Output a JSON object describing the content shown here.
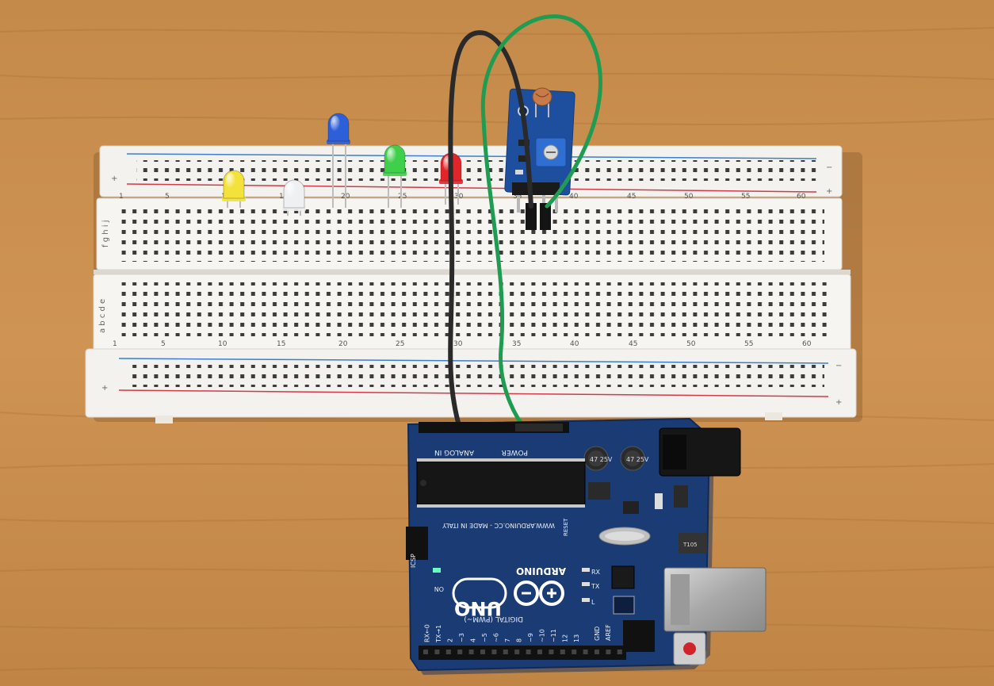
{
  "breadboard": {
    "plus_sign": "+",
    "minus_sign": "−",
    "row_letters_top": "f g h i j",
    "row_letters_bottom": "a b c d e",
    "column_numbers": [
      "1",
      "5",
      "10",
      "15",
      "20",
      "25",
      "30",
      "35",
      "40",
      "45",
      "50",
      "55",
      "60"
    ]
  },
  "leds": [
    {
      "color_name": "yellow",
      "color": "#f3e23a"
    },
    {
      "color_name": "white",
      "color": "#eef0f2"
    },
    {
      "color_name": "blue",
      "color": "#2c5fd8"
    },
    {
      "color_name": "green",
      "color": "#3fcf4a"
    },
    {
      "color_name": "red",
      "color": "#e0262a"
    }
  ],
  "wires": [
    {
      "color_name": "black",
      "color": "#2a2a2a"
    },
    {
      "color_name": "green",
      "color": "#1f9c52"
    }
  ],
  "sensor_module": {
    "pcb_color": "#1d4f9e",
    "component": "photoresistor"
  },
  "arduino": {
    "board_color": "#1a3b73",
    "logo_text": "UNO",
    "brand_text": "ARDUINO",
    "section_analog": "ANALOG IN",
    "section_power": "POWER",
    "section_digital": "DIGITAL (PWM~)",
    "made_in": "WWW.ARDUINO.CC - MADE IN ITALY",
    "icsp_label": "ICSP",
    "on_label": "ON",
    "tx_label": "TX",
    "rx_label": "RX",
    "l_label": "L",
    "aref_label": "AREF",
    "gnd_label": "GND",
    "reset_label": "RESET",
    "capacitor_label": "47 25V",
    "digital_pins": [
      "13",
      "12",
      "~11",
      "~10",
      "~9",
      "8",
      "7",
      "~6",
      "~5",
      "4",
      "~3",
      "2",
      "TX→1",
      "RX←0"
    ]
  },
  "table": {
    "wood_color": "#c98d4b"
  }
}
